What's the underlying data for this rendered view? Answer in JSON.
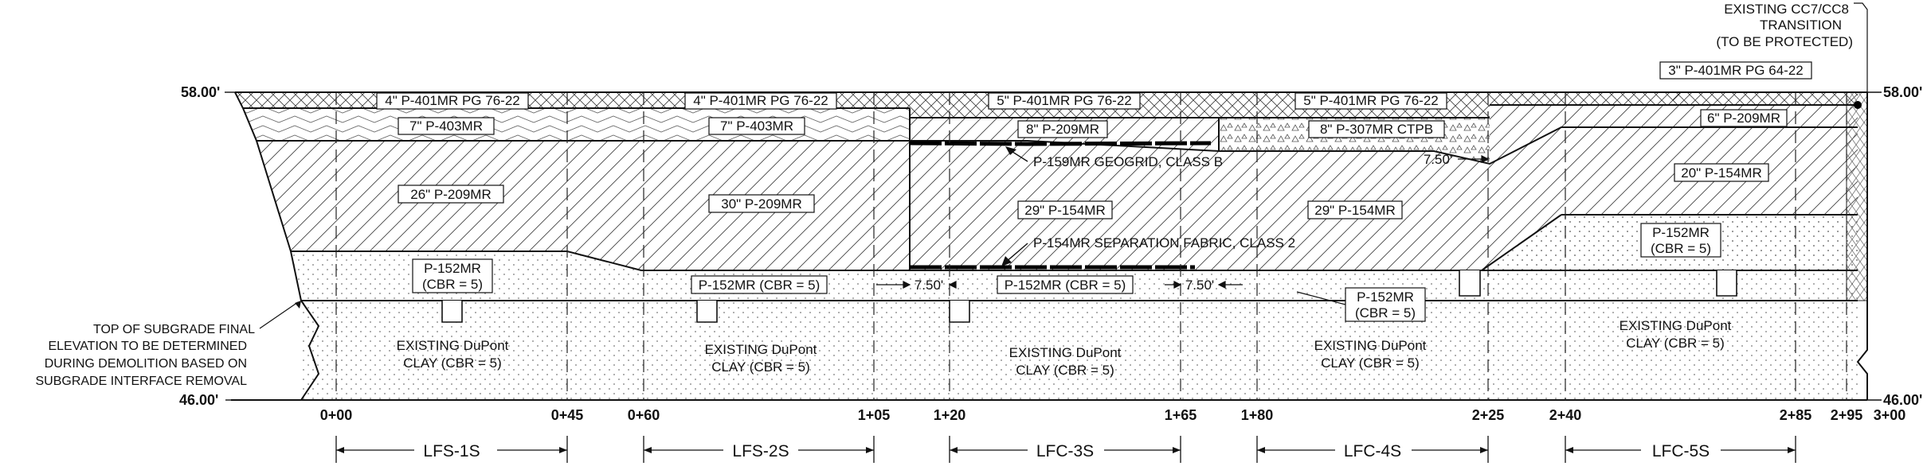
{
  "elevations": {
    "top": "58.00'",
    "bottom": "46.00'"
  },
  "stations": [
    "0+00",
    "0+45",
    "0+60",
    "1+05",
    "1+20",
    "1+65",
    "1+80",
    "2+25",
    "2+40",
    "2+85",
    "2+95",
    "3+00"
  ],
  "sections": [
    "LFS-1S",
    "LFS-2S",
    "LFC-3S",
    "LFC-4S",
    "LFC-5S"
  ],
  "layers": {
    "s1_asphalt": "4\" P-401MR PG 76-22",
    "s1_p403": "7\" P-403MR",
    "s1_base": "26\" P-209MR",
    "s1_p152": "P-152MR",
    "s1_p152_cbr": "(CBR = 5)",
    "s2_asphalt": "4\" P-401MR PG 76-22",
    "s2_p403": "7\" P-403MR",
    "s2_base": "30\" P-209MR",
    "s2_p152": "P-152MR (CBR = 5)",
    "s3_asphalt": "5\" P-401MR PG 76-22",
    "s3_p209": "8\" P-209MR",
    "s3_base": "29\" P-154MR",
    "s3_p152": "P-152MR (CBR = 5)",
    "s4_asphalt": "5\" P-401MR PG 76-22",
    "s4_ctpb": "8\" P-307MR CTPB",
    "s4_base": "29\" P-154MR",
    "s4_p152": "P-152MR",
    "s4_p152_cbr": "(CBR = 5)",
    "s5_asphalt": "3\" P-401MR PG 64-22",
    "s5_p209": "6\" P-209MR",
    "s5_base": "20\" P-154MR",
    "s5_p152": "P-152MR",
    "s5_p152_cbr": "(CBR = 5)"
  },
  "clay": {
    "line1": "EXISTING DuPont",
    "line2": "CLAY (CBR = 5)"
  },
  "callouts": {
    "geogrid": "P-159MR GEOGRID, CLASS B",
    "fabric": "P-154MR SEPARATION FABRIC, CLASS 2",
    "dim_transition": "7.50'",
    "dim_left": "7.50'",
    "dim_right": "7.50'",
    "existing_line1": "EXISTING CC7/CC8",
    "existing_line2": "TRANSITION",
    "existing_line3": "(TO BE PROTECTED)"
  },
  "subgrade_note": [
    "TOP OF SUBGRADE FINAL",
    "ELEVATION TO BE DETERMINED",
    "DURING DEMOLITION BASED ON",
    "SUBGRADE INTERFACE REMOVAL"
  ]
}
